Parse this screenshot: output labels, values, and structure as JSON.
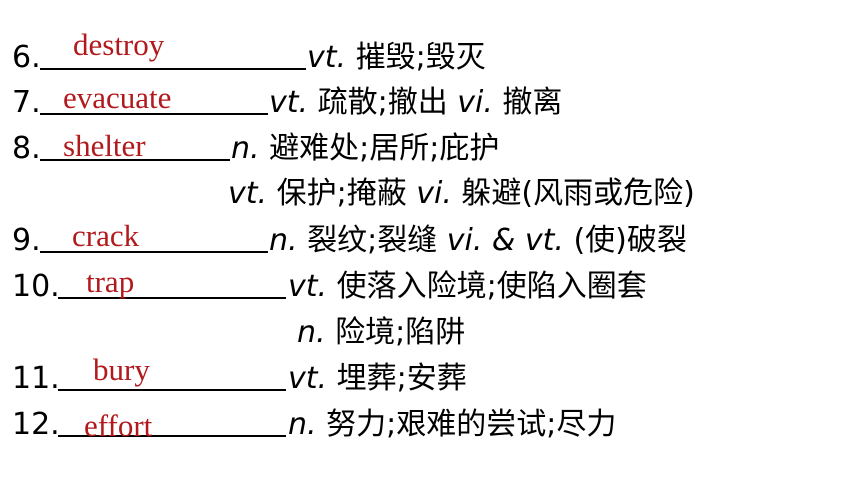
{
  "entries": [
    {
      "number": "6.",
      "answer": "destroy",
      "defs": [
        {
          "pos": "vt.",
          "text": " 摧毁;毁灭"
        }
      ]
    },
    {
      "number": "7.",
      "answer": "evacuate",
      "defs": [
        {
          "pos": "vt.",
          "text": " 疏散;撤出 "
        },
        {
          "pos": "vi.",
          "text": " 撤离"
        }
      ]
    },
    {
      "number": "8.",
      "answer": "shelter",
      "defs": [
        {
          "pos": "n.",
          "text": " 避难处;居所;庇护"
        }
      ]
    },
    {
      "number": "",
      "answer": "",
      "defs": [
        {
          "pos": "vt.",
          "text": " 保护;掩蔽 "
        },
        {
          "pos": "vi.",
          "text": " 躲避(风雨或危险)"
        }
      ]
    },
    {
      "number": "9.",
      "answer": "crack",
      "defs": [
        {
          "pos": "n.",
          "text": " 裂纹;裂缝 "
        },
        {
          "pos": "vi. & vt.",
          "text": " (使)破裂"
        }
      ]
    },
    {
      "number": "10.",
      "answer": "trap",
      "defs": [
        {
          "pos": "vt.",
          "text": " 使落入险境;使陷入圈套"
        }
      ]
    },
    {
      "number": "",
      "answer": "",
      "defs": [
        {
          "pos": "n.",
          "text": " 险境;陷阱"
        }
      ]
    },
    {
      "number": "11.",
      "answer": "bury",
      "defs": [
        {
          "pos": "vt.",
          "text": " 埋葬;安葬"
        }
      ]
    },
    {
      "number": "12.",
      "answer": "effort",
      "defs": [
        {
          "pos": "n.",
          "text": " 努力;艰难的尝试;尽力"
        }
      ]
    }
  ],
  "colors": {
    "answer": "#b2191c",
    "text": "#000000",
    "background": "#ffffff"
  }
}
